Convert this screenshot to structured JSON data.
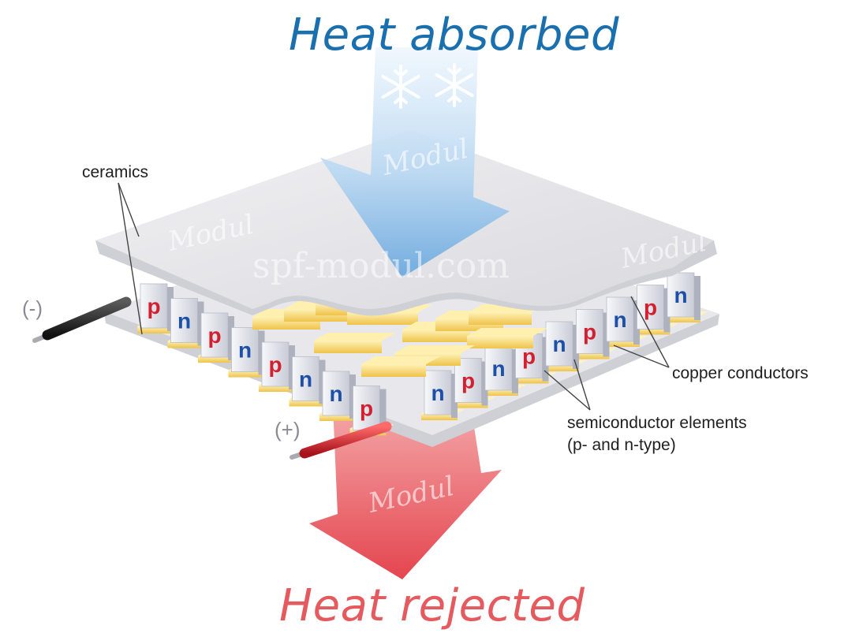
{
  "titles": {
    "heat_absorbed": "Heat absorbed",
    "heat_rejected": "Heat rejected"
  },
  "labels": {
    "ceramics": "ceramics",
    "copper_conductors": "copper conductors",
    "semiconductor_line1": "semiconductor elements",
    "semiconductor_line2": "(p- and n-type)"
  },
  "polarity": {
    "negative": "(-)",
    "positive": "(+)"
  },
  "element_letters": {
    "p": "p",
    "n": "n"
  },
  "watermark": {
    "site": "spf-modul.com",
    "logo": "Modul"
  },
  "colors": {
    "heat_absorbed": "#1a6fae",
    "heat_rejected": "#e45a5e",
    "p_type": "#d32030",
    "n_type": "#1d4fa8",
    "copper": "#f2c94c",
    "ceramic": "#e6e6ea"
  },
  "icons": [
    "snowflake-icon",
    "snowflake-icon"
  ]
}
